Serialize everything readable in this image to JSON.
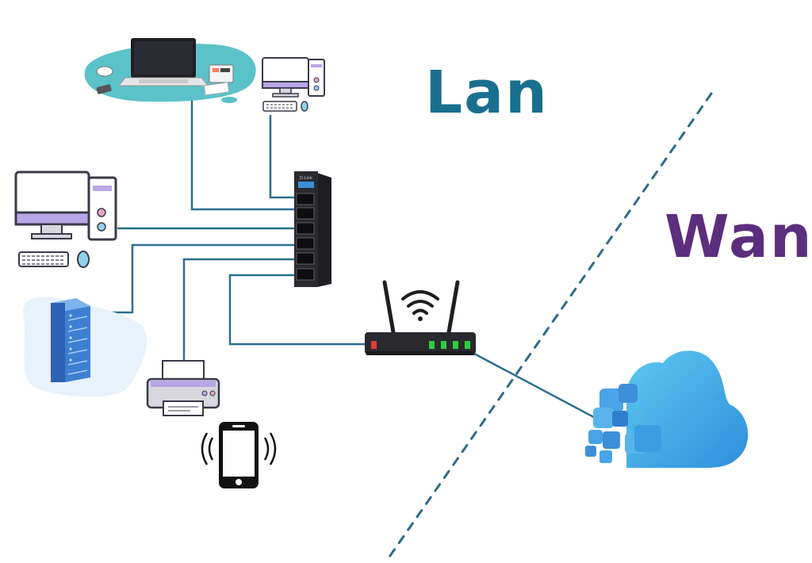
{
  "labels": {
    "lan": "Lan",
    "wan": "Wan",
    "switch_brand": "D-Link"
  },
  "colors": {
    "lan_text": "#1a6f8f",
    "wan_text": "#5b2e7e",
    "cable": "#2b6f8f",
    "divider": "#2e6b89",
    "cloud": "#3aa6e0",
    "device_outline": "#3a3a4a",
    "screen_fill": "#ffffff",
    "accent_purple": "#b9a6e6",
    "server_blue": "#3f7fd1",
    "router_led_green": "#2ecc40",
    "router_led_red": "#e53935"
  },
  "icons": {
    "laptop": "laptop-icon",
    "desktop_small": "desktop-computer-icon",
    "desktop_large": "desktop-computer-icon",
    "server": "server-rack-icon",
    "printer": "printer-icon",
    "phone": "smartphone-icon",
    "switch": "network-switch-icon",
    "router": "wifi-router-icon",
    "cloud": "cloud-icon"
  }
}
